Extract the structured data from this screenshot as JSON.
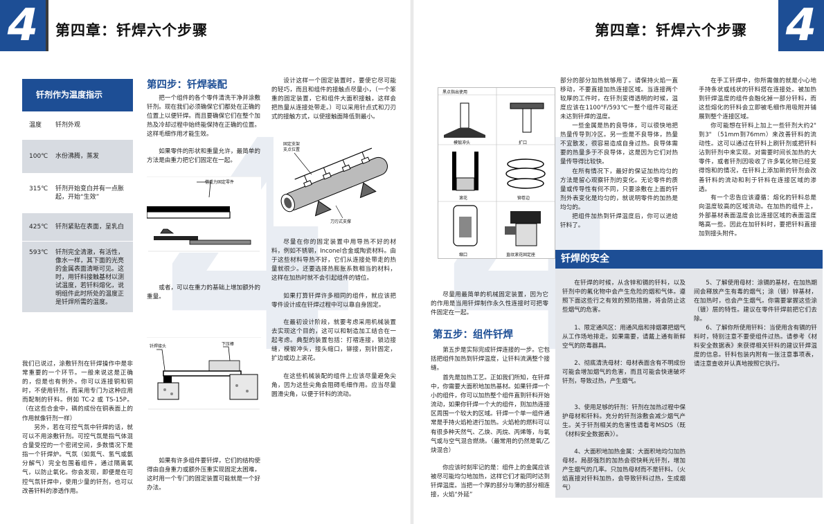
{
  "header": {
    "chapter_number": "4",
    "chapter_title": "第四章：钎焊六个步骤"
  },
  "sidebar": {
    "title": "钎剂作为温度指示",
    "col_temp": "温度",
    "col_desc": "钎剂外观",
    "rows": [
      {
        "temp": "100℃",
        "desc": "水份沸腾，蒸发"
      },
      {
        "temp": "315℃",
        "desc": "钎剂开始变白并有一点胀起，开始“生效”"
      },
      {
        "temp": "425℃",
        "desc": "钎剂紧贴在表面，呈乳白"
      },
      {
        "temp": "593℃",
        "desc": "钎剂完全清澈，有活性，像水一样，其下面的光亮的金属表面清晰可见。这时，用钎料接触基材以测试温度，若钎料熔化，说明组件此时所处的温度正是钎焊所需的温度。"
      }
    ]
  },
  "left_bottom_text": {
    "p1": "我们已说过，涂敷钎剂在钎焊操作中是非常重要的一个环节。一般来说这是正确的，但是也有例外。你可以连接铜和铜时，不使用钎剂，而采用专门为这种应用而配制的钎料。例如 TC-2 或 TS-15P。（在这些合金中，磷的成份在铜表面上的作用就像钎剂一样）",
    "p2": "另外，若在可控气氛中钎焊的话，就可以不用涂敷钎剂。可控气氛是指气体混合量受控的一个密闭空间，多数情况下是指一个钎焊炉。气氛（如氮气、氢气或氨分解气）完全包围着组件，通过隔离氧气，以防止氧化。你会发现，即便是在可控气氛钎焊中，使用少量的钎剂，也可以改善钎料的渗透作用。"
  },
  "step4": {
    "title": "第四步：钎焊装配",
    "p1": "把一个组件的各个零件清洗干净并涂敷钎剂。现在我们必须确保它们都处在正确的位置上以便钎焊。而且要确保它们在整个加热及冷却过程中始终能保持在正确的位置。这样毛细作用才能生效。",
    "p2": "如果零件的形状和重量允许，最简单的方法是由重力把它们固定在一起。",
    "p3": "或者，可以在重力的基础上增加额外的重量。",
    "p4": "如果有许多组件要钎焊，它们的结构使得由自身重力或额外压重实现固定太困难，这时用一个专门的固定装置可能就是一个好办法。",
    "col3_p1": "设计这样一个固定装置时，要使它尽可能的轻巧，而且和组件的接触点尽量小，（一个笨重的固定装置，它和组件大面积接触，这样会把热量从连接处带走。）可以采用针点式和刀刃式的接触方式，以使接触面降低到最小。",
    "col3_p2": "尽量在你的固定装置中用导热不好的材料，例如不锈钢，Inconel合金或陶瓷材料。由于这些材料导热不好，它们从连接处带走的热量就很少。还要选择热膨胀系数相当的材料，这样在加热时就不会引起组件的错位。",
    "col3_p3": "如果打算钎焊许多相同的组件，就应该把零件设计成在钎焊过程中可以靠自身固定。",
    "col3_p4": "在最初设计阶段，就要考虑采用机械装置去实现这个目的，这可以和制造加工结合在一起考虑。典型的装置包括：打褶连接，锁边接缝，模锻冲头，接头缩口，铆接，别针固定，扩边或边上滚花。",
    "col3_p5": "在这些机械装配的组件上应该尽量避免尖角，因为这些尖角会阻碍毛细作用。应当尽量圆滑尖角，以便于钎料的流动。"
  },
  "figures": {
    "gravity_label": "借重力固定零件",
    "weight_label_1": "钎焊接头",
    "weight_label_2": "下压棒",
    "fixture_label_1": "固定支架",
    "fixture_label_2": "支点位置",
    "fixture_label_3": "刀刃式支撑",
    "grid_top_label": "黑点指出使用",
    "grid_labels": [
      "模锻冲头",
      "扩口",
      "滚花",
      "铆卷边",
      "缩口",
      "直纹滚花固定座"
    ]
  },
  "right_col1": {
    "p1": "尽量用最简单的机械固定装置，因为它的作用是当用钎焊制作永久性连接时可把零件固定在一起。"
  },
  "step5": {
    "title": "第五步：组件钎焊",
    "p1": "第五步是实际完成钎焊连接的一步。它包括把组件加热到钎焊温度，让钎料流满整个接缝。",
    "p2": "首先是加热工艺。正如我们所知，在钎焊中，你需要大面积地加热基材。如果钎焊一个小的组件，你可以加热整个组件直到钎料开始流动，如果你钎焊一个大的组件，则加热连接区周围一个较大的区域。钎焊一个单一组件通常是手持火焰枪进行加热。火焰枪的燃料可以有很多种天然气、乙炔、丙烷、丙烯等，与氧气或与空气混合燃烧。（最常用的仍然是氧/乙炔混合）",
    "p3": "你应该时刻牢记的是：组件上的金属应该被尽可能均匀地加热，这样它们才能同时达到钎焊温度。当把一个厚的部分与薄的部分相连接，火焰“外延”",
    "col2_p1": "部分的部分加热就够用了。请保持火焰一直移动，不要直接加热连接区域。当连接两个较厚的工件时，在钎剂变得透明的时候，温度应该在1100°F/593℃一整个组件可能还未达到钎焊的温度。",
    "col2_p2": "一些金属是热的良导体，可以很快地把热量传导到冷区。另一些是不良导体，热量不宜散发，很容易造成自身过热。良导体需要的热量多于不良导体，这是因为它们对热量传导得比较快。",
    "col2_p3": "在所有情况下，最好的保证加热均匀的方法是留心观察钎剂的变化。无论零件的质量或传导性有何不同，只要涂敷在上面的钎剂外表变化是均匀的，就说明零件的加热是均匀的。",
    "col2_p4": "把组件加热到钎焊温度后，你可以进给钎料了。",
    "col3_p1": "在手工钎焊中，你所需做的就是小心地手持条状或线状的钎料搭在连接处。被加热到钎焊温度的组件会融化掉一部分钎料，而这些熔化的钎料会立即被毛细作用吸附并铺展到整个连接区域。",
    "col3_p2": "你可能想在钎料上加上一些钎剂大约2\" 到3\" （51mm到76mm）来改善钎料的流动性。这可以通过在钎料上刷钎剂或把钎料沾到钎剂中来实现。对需要时间长加热的大零件，或者钎剂因吸收了许多氧化物已经变得饱和的情况，在钎料上添加新的钎剂会改善钎料的流动和利于钎料在连接区域的渗透。",
    "col3_p3": "有一个忠告应该遵循：熔化的钎料总是向温度较高的区域流动。在加热的组件上，外部基材表面温度会比连接区域的表面温度略高一些。因此在加钎料时，要把钎料直接加到接头附件。"
  },
  "safety": {
    "title": "钎焊的安全",
    "c1_p1": "在钎焊的时候，从含锌和镉的钎料，以及钎剂中的氟化物中会产生危险的烟和气体。遵照下面这些行之有效的预防措施，将会防止这些烟气的危害。",
    "c1_p2": "1、限定通风区：用通风扇和排烟罩把烟气从工作场地排走。如果需要，请戴上通有新鲜空气的防毒器具。",
    "c1_p3": "2、彻底清洗母材：母材表面含有不明成份可能会增加烟气的危害，而且可能会快速破坏钎剂，导致过热，产生烟气。",
    "c1_p4": "3、使用足够的钎剂：钎剂在加热过程中保护母材和钎料。充分的钎剂涂敷会减少烟气产生。关于钎剂相关的危害性请看考MSDS（既《材料安全数据表》）。",
    "c1_p5": "4、大面积地加热金属：大面积地均匀加热母材。局部强烈的加热会很快耗光钎剂，增加产生烟气的几率。只加热母材而不是钎料。（火焰直接对钎料加热，会导致钎料过热，生成烟气）",
    "c2_p1": "5、了解使用母材：涂镉的基材，在加热期间会释放产生有毒的烟气；涂（镀）锌基材，在加热时，也会产生烟气。你需要掌握这些涂（镀）层的特性。建议在零件钎焊前把它们去除。",
    "c2_p2": "6、了解你所使用钎料：当使用含有镉的钎料时，特别注意不要使组件过热。请参考《材料安全数据表》来获得相关钎料的建议钎焊温度的信息。钎料包装内附有一张注意事项表，请注意查收并认真地按照它执行。"
  },
  "colors": {
    "accent": "#1d4e95",
    "sidebar_shade": "#d7dbe1",
    "safety_bg": "#e4e6ea"
  }
}
